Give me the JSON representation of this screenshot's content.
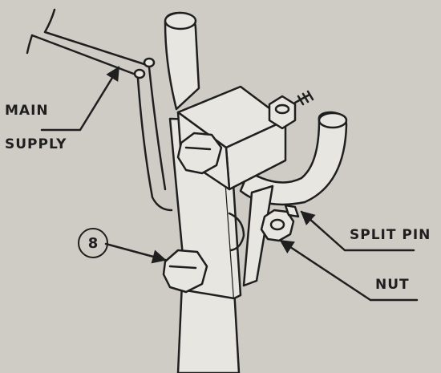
{
  "labels": {
    "main": "MAIN",
    "supply": "SUPPLY",
    "split_pin": "SPLIT PIN",
    "nut": "NUT"
  },
  "callouts": {
    "item_number": "8"
  },
  "colors": {
    "background": "#cfccc6",
    "ink": "#1f1f1f",
    "part_fill": "#e8e6e1"
  }
}
